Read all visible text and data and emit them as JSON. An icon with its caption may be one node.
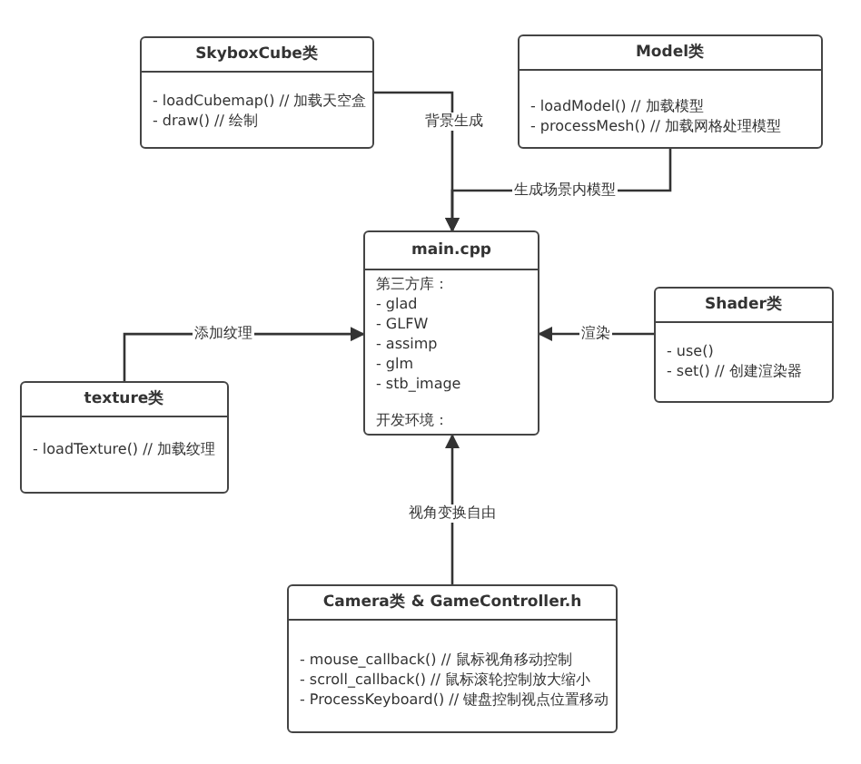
{
  "diagram": {
    "nodes": [
      {
        "text": [
          "SkyboxCube类",
          "- loadCubemap() // 加载天空盒",
          "- draw() // 绘制"
        ]
      },
      {
        "text": [
          "Model类",
          "- loadModel() // 加载模型",
          "- processMesh() //  加载网格处理模型"
        ]
      },
      {
        "text": [
          "main.cpp",
          "第三方库：",
          "- glad",
          "- GLFW",
          "- assimp",
          "- glm",
          "- stb_image",
          "开发环境："
        ]
      },
      {
        "text": [
          "texture类",
          "- loadTexture() // 加载纹理"
        ]
      },
      {
        "text": [
          "Shader类",
          "- use()",
          "- set() // 创建渲染器"
        ]
      },
      {
        "text": [
          "Camera类 & GameController.h",
          "- mouse_callback() // 鼠标视角移动控制",
          "- scroll_callback() // 鼠标滚轮控制放大缩小",
          "- ProcessKeyboard() //  键盘控制视点位置移动"
        ]
      }
    ],
    "edges": [
      {
        "from": 0,
        "to": 2,
        "arrow": "to",
        "label": "背景生成"
      },
      {
        "from": 1,
        "to": 2,
        "arrow": "to",
        "label": "生成场景内模型"
      },
      {
        "from": 3,
        "to": 2,
        "arrow": "to",
        "label": "添加纹理"
      },
      {
        "from": 4,
        "to": 2,
        "arrow": "to",
        "label": "渲染"
      },
      {
        "from": 5,
        "to": 2,
        "arrow": "to",
        "label": "视角变换自由"
      }
    ]
  }
}
